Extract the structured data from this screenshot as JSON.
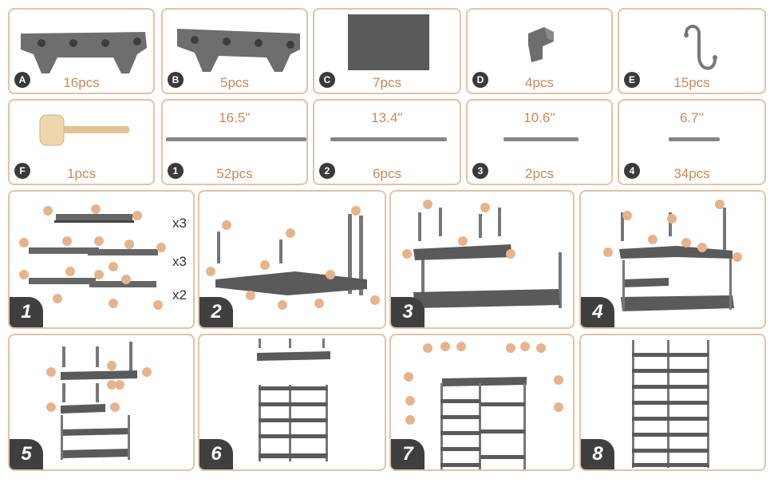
{
  "parts": [
    {
      "letter": "A",
      "qty": "16pcs",
      "icon": "beam-connector-a-icon"
    },
    {
      "letter": "B",
      "qty": "5pcs",
      "icon": "beam-connector-b-icon"
    },
    {
      "letter": "C",
      "qty": "7pcs",
      "icon": "fabric-panel-icon"
    },
    {
      "letter": "D",
      "qty": "4pcs",
      "icon": "corner-cap-icon"
    },
    {
      "letter": "E",
      "qty": "15pcs",
      "icon": "s-hook-icon"
    },
    {
      "letter": "F",
      "qty": "1pcs",
      "icon": "mallet-icon"
    }
  ],
  "rods": [
    {
      "num": "1",
      "length": "16.5''",
      "qty": "52pcs"
    },
    {
      "num": "2",
      "length": "13.4''",
      "qty": "6pcs"
    },
    {
      "num": "3",
      "length": "10.6''",
      "qty": "2pcs"
    },
    {
      "num": "4",
      "length": "6.7''",
      "qty": "34pcs"
    }
  ],
  "steps": [
    {
      "num": "1",
      "multipliers": [
        "x3",
        "x3",
        "x2"
      ]
    },
    {
      "num": "2"
    },
    {
      "num": "3"
    },
    {
      "num": "4"
    },
    {
      "num": "5"
    },
    {
      "num": "6"
    },
    {
      "num": "7"
    },
    {
      "num": "8"
    }
  ],
  "colors": {
    "border": "#e3c2a6",
    "accent": "#c9895b",
    "part": "#6b6b6b",
    "badge": "#3a3a3a"
  }
}
